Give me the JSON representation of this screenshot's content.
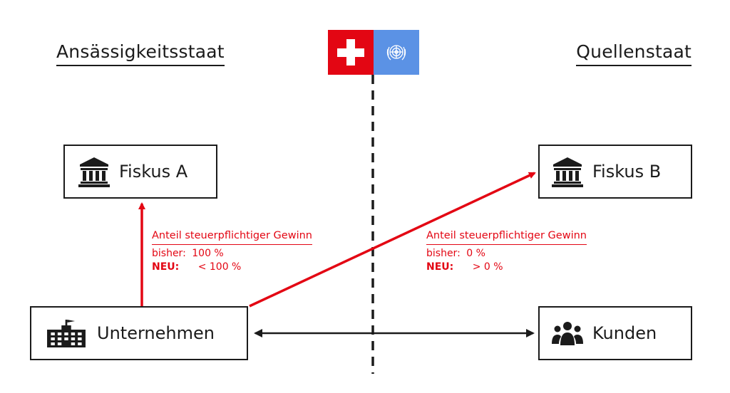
{
  "left_state": "Ansässigkeitsstaat",
  "right_state": "Quellenstaat",
  "nodes": {
    "fiskus_a": "Fiskus A",
    "fiskus_b": "Fiskus B",
    "unternehmen": "Unternehmen",
    "kunden": "Kunden"
  },
  "annotation_a": {
    "title": "Anteil steuerpflichtiger Gewinn",
    "old_label": "bisher:",
    "old_value": "100 %",
    "new_label": "NEU:",
    "new_value": "< 100 %"
  },
  "annotation_b": {
    "title": "Anteil steuerpflichtiger Gewinn",
    "old_label": "bisher:",
    "old_value": "0 %",
    "new_label": "NEU:",
    "new_value": "> 0 %"
  },
  "icons": {
    "fiskus_a": "bank-building-icon",
    "fiskus_b": "bank-building-icon",
    "unternehmen": "factory-icon",
    "kunden": "people-group-icon",
    "flag_left": "swiss-flag-icon",
    "flag_right": "un-flag-icon"
  },
  "colors": {
    "accent": "#e30613",
    "line": "#1b1b1b",
    "swiss_red": "#e30613",
    "un_blue": "#5b92e5"
  }
}
